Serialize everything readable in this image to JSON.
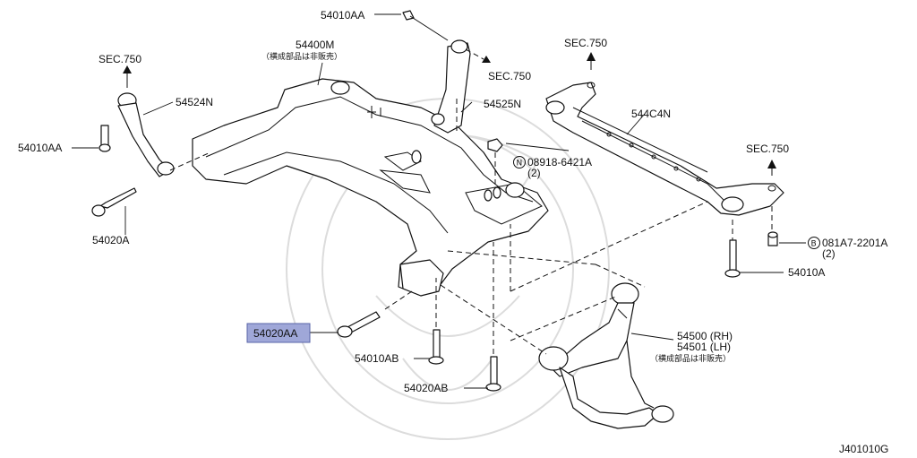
{
  "diagram_id": "J401010G",
  "highlight_color": "#9fa7d8",
  "labels": {
    "sec750_left": "SEC.750",
    "sec750_mid": "SEC.750",
    "sec750_right_top": "SEC.750",
    "sec750_right": "SEC.750",
    "p54010AA_top": "54010AA",
    "p54400M": "54400M",
    "p54400M_note": "（横成部品は非販売）",
    "p54524N": "54524N",
    "p54525N": "54525N",
    "p54010AA_left": "54010AA",
    "p54020A": "54020A",
    "p08918": "08918-6421A",
    "p08918_prefix": "N",
    "p08918_qty": "(2)",
    "p544C4N": "544C4N",
    "p081A7": "081A7-2201A",
    "p081A7_prefix": "B",
    "p081A7_qty": "(2)",
    "p54010A": "54010A",
    "p54020AA": "54020AA",
    "p54010AB": "54010AB",
    "p54020AB": "54020AB",
    "p54500": "54500 (RH)",
    "p54501": "54501 (LH)",
    "p5450x_note": "（横成部品は非販売）"
  }
}
